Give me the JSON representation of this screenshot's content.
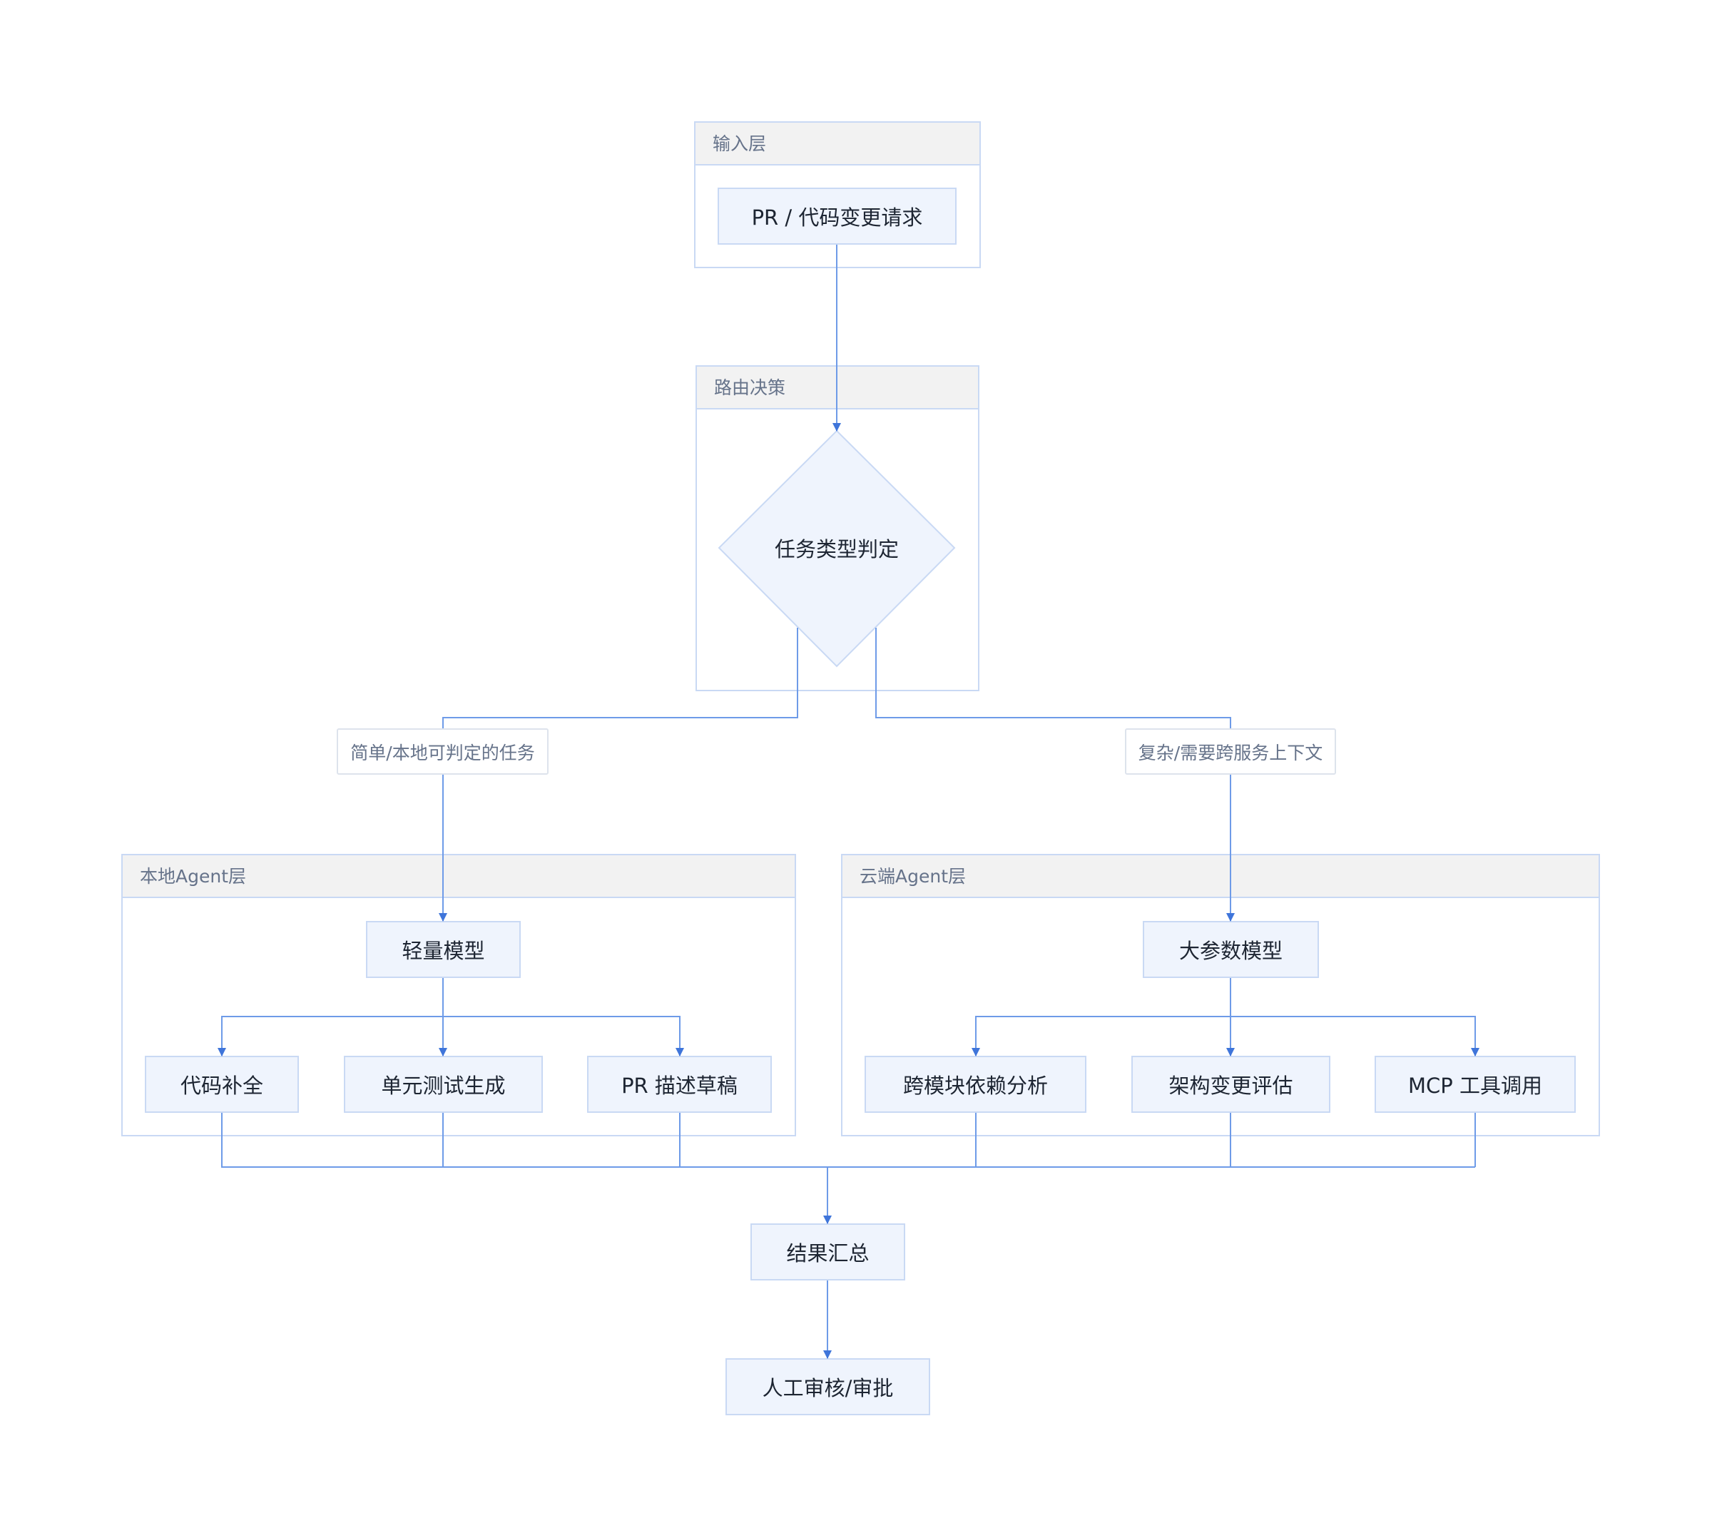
{
  "diagram": {
    "clusters": {
      "input": "输入层",
      "routing": "路由决策",
      "local": "本地Agent层",
      "cloud": "云端Agent层"
    },
    "nodes": {
      "pr_request": "PR / 代码变更请求",
      "task_type": "任务类型判定",
      "light_model": "轻量模型",
      "code_completion": "代码补全",
      "unit_test": "单元测试生成",
      "pr_draft": "PR 描述草稿",
      "large_model": "大参数模型",
      "cross_module": "跨模块依赖分析",
      "arch_change": "架构变更评估",
      "mcp_tool": "MCP 工具调用",
      "aggregate": "结果汇总",
      "review": "人工审核/审批"
    },
    "edge_labels": {
      "simple": "简单/本地可判定的任务",
      "complex": "复杂/需要跨服务上下文"
    },
    "colors": {
      "edge": "#4a7fe0",
      "node_fill": "#eff4fd",
      "border": "#c9d9f4",
      "header_fill": "#f2f2f2",
      "cluster_title": "#66738a",
      "node_text": "#1d2532"
    }
  }
}
